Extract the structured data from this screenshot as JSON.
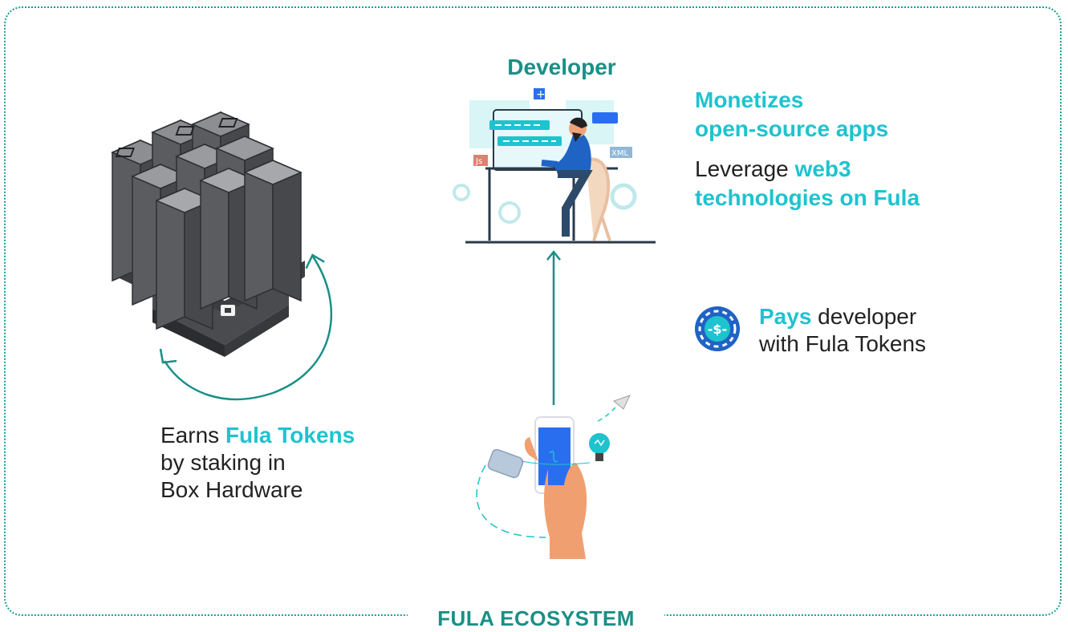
{
  "diagram": {
    "footer_title": "FULA ECOSYSTEM",
    "developer": {
      "title": "Developer",
      "monetizes_line1": "Monetizes",
      "monetizes_line2": "open-source apps",
      "leverage_prefix": "Leverage ",
      "leverage_highlight": "web3",
      "leverage_line2": "technologies on Fula",
      "js_tag": "Js",
      "xml_tag": "XML"
    },
    "pays": {
      "highlight": "Pays",
      "line1_rest": " developer",
      "line2": "with Fula Tokens",
      "coin_symbol": "-$-"
    },
    "earns": {
      "prefix": "Earns ",
      "highlight": "Fula Tokens",
      "line2": "by staking in",
      "line3": "Box Hardware"
    },
    "colors": {
      "teal": "#1a8f86",
      "cyan": "#1ec3cf",
      "phone_blue": "#2a6ef0",
      "coin_blue": "#1f63c4"
    }
  }
}
